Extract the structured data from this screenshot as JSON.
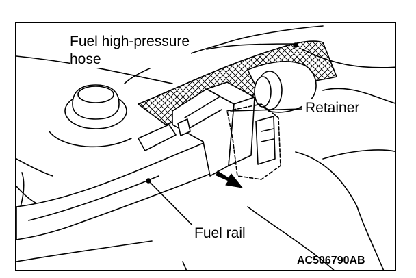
{
  "labels": {
    "hose_line1": "Fuel high-pressure",
    "hose_line2": "hose",
    "retainer": "Retainer",
    "fuel_rail": "Fuel rail"
  },
  "figure_code": "AC506790AB",
  "colors": {
    "ink": "#000000",
    "paper": "#ffffff"
  }
}
